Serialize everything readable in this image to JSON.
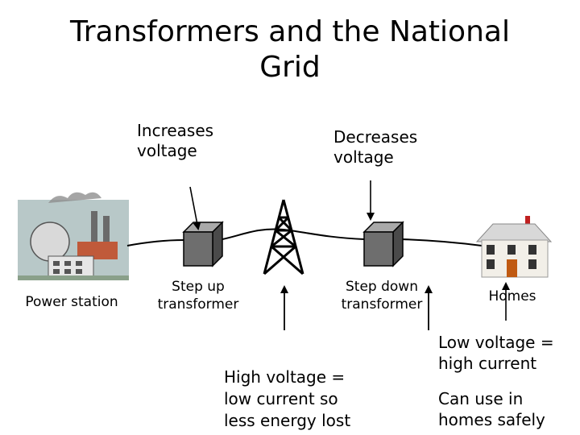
{
  "title": {
    "line1": "Transformers and the National",
    "line2": "Grid"
  },
  "labels": {
    "increases": {
      "line1": "Increases",
      "line2": "voltage"
    },
    "decreases": {
      "line1": "Decreases",
      "line2": "voltage"
    },
    "power_station": "Power station",
    "step_up": {
      "line1": "Step up",
      "line2": "transformer"
    },
    "step_down": {
      "line1": "Step down",
      "line2": "transformer"
    },
    "homes": "Homes"
  },
  "notes": {
    "high_voltage": {
      "line1": "High voltage =",
      "line2": "low current so",
      "line3": "less energy lost"
    },
    "low_voltage": {
      "line1": "Low voltage =",
      "line2": "high current"
    },
    "safe": {
      "line1": "Can use in",
      "line2": "homes safely"
    }
  },
  "colors": {
    "transformer_top": "#a9a9a9",
    "transformer_front": "#6e6e6e",
    "transformer_side": "#4a4a4a",
    "station_sky": "#b8c8c8",
    "house_wall": "#f2efe8",
    "door": "#c05a12"
  }
}
